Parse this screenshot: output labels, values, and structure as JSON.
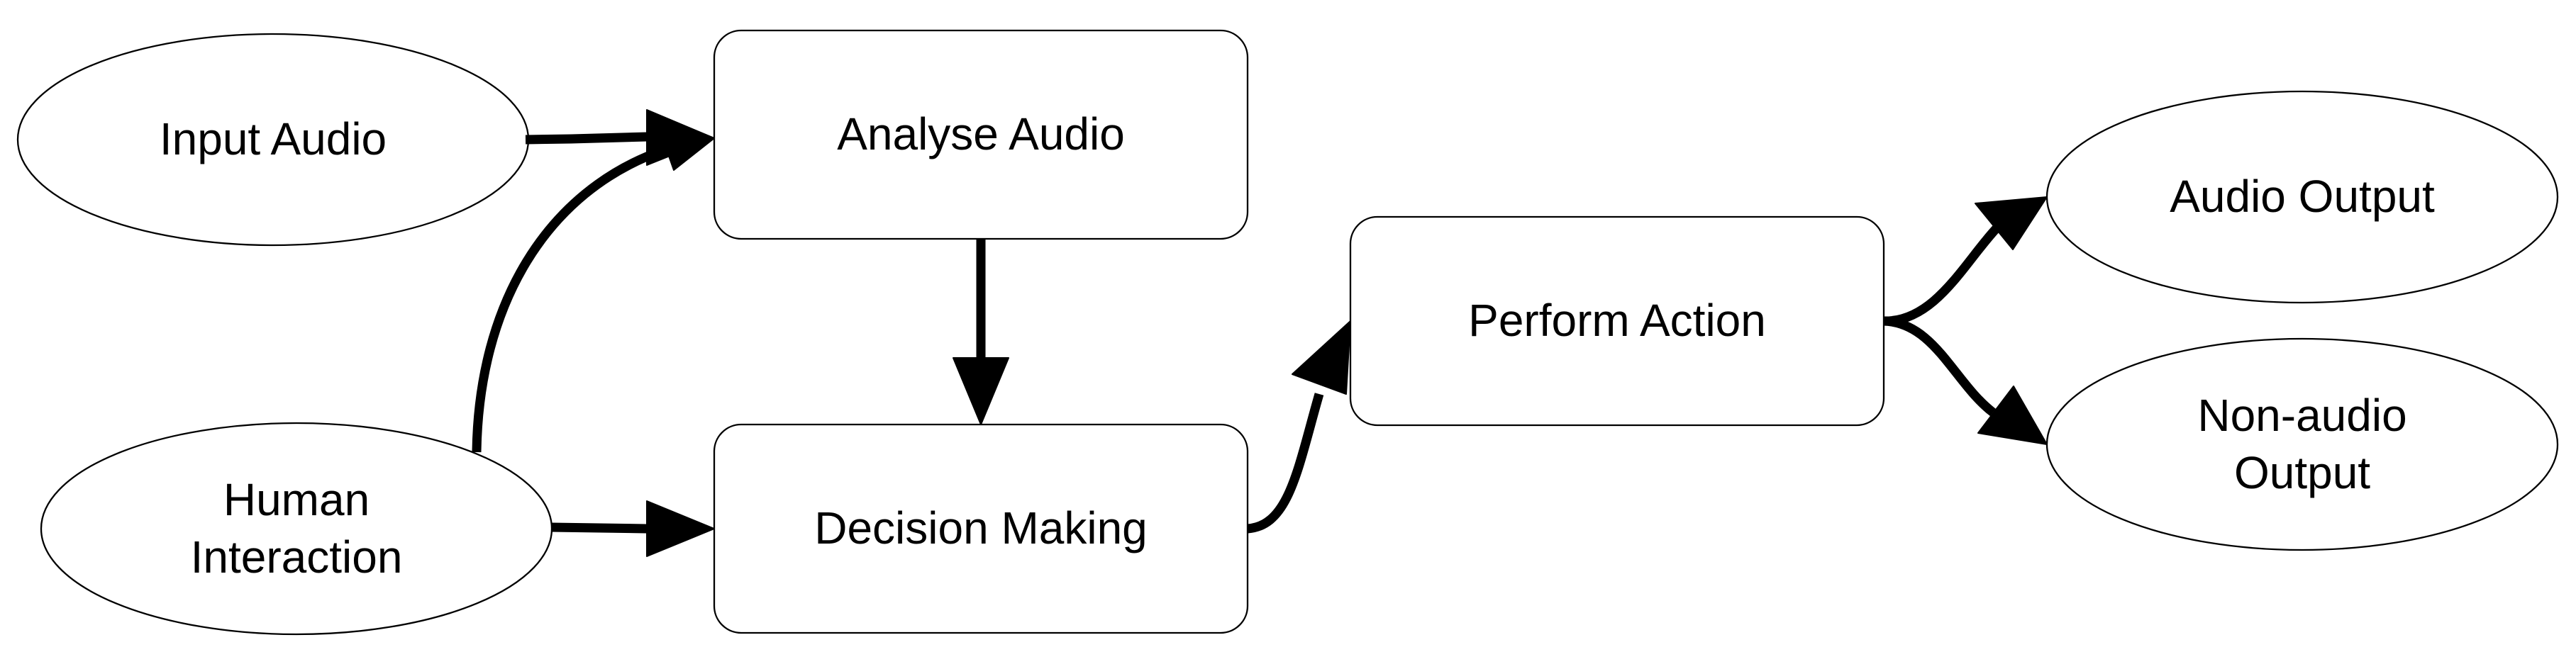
{
  "nodes": {
    "input_audio": {
      "shape": "ellipse",
      "label": "Input Audio"
    },
    "human_interaction": {
      "shape": "ellipse",
      "label_lines": [
        "Human",
        "Interaction"
      ]
    },
    "analyse_audio": {
      "shape": "rounded-rectangle",
      "label": "Analyse Audio"
    },
    "decision_making": {
      "shape": "rounded-rectangle",
      "label": "Decision Making"
    },
    "perform_action": {
      "shape": "rounded-rectangle",
      "label": "Perform Action"
    },
    "audio_output": {
      "shape": "ellipse",
      "label": "Audio Output"
    },
    "non_audio_output": {
      "shape": "ellipse",
      "label_lines": [
        "Non-audio",
        "Output"
      ]
    }
  },
  "edges": [
    {
      "from": "Input Audio",
      "to": "Analyse Audio"
    },
    {
      "from": "Human Interaction",
      "to": "Analyse Audio"
    },
    {
      "from": "Human Interaction",
      "to": "Decision Making"
    },
    {
      "from": "Analyse Audio",
      "to": "Decision Making"
    },
    {
      "from": "Decision Making",
      "to": "Perform Action"
    },
    {
      "from": "Perform Action",
      "to": "Audio Output"
    },
    {
      "from": "Perform Action",
      "to": "Non-audio Output"
    }
  ],
  "colors": {
    "stroke": "#000000",
    "fill": "#ffffff",
    "background": "#ffffff"
  }
}
